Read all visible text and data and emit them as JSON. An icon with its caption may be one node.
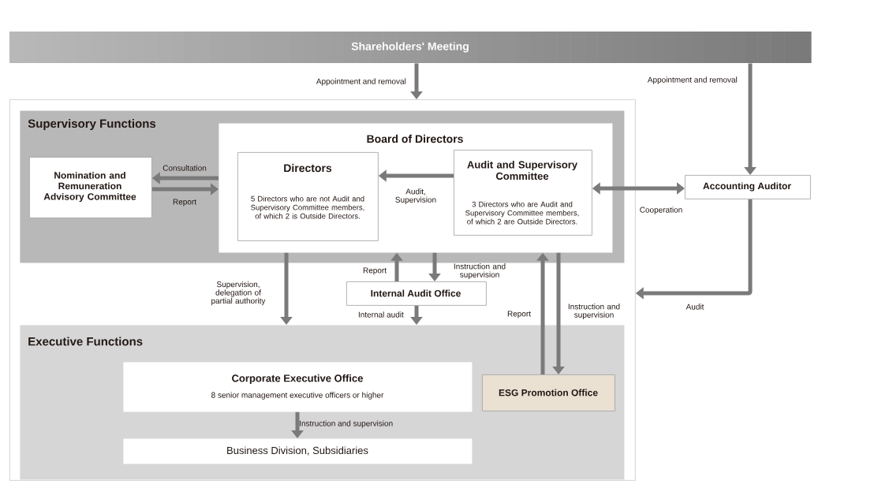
{
  "diagram": {
    "nodes": [
      {
        "text": [
          "Shareholders' Meeting"
        ]
      },
      {
        "text": [],
        "shape": "box"
      },
      {
        "text": [
          "Supervisory Functions"
        ],
        "in": 1
      },
      {
        "text": [
          "Board of Directors"
        ],
        "in": 2
      },
      {
        "text": [
          "Directors",
          "5 Directors who are not Audit and Supervisory Committee members, of which 2 is Outside Directors."
        ],
        "in": 3
      },
      {
        "text": [
          "Audit and Supervisory Committee",
          "3 Directors who are Audit and Supervisory Committee members, of which 2 are Outside Directors."
        ],
        "in": 3
      },
      {
        "text": [
          "Nomination and Remuneration Advisory Committee"
        ],
        "in": 2
      },
      {
        "text": [
          "Accounting Auditor"
        ]
      },
      {
        "text": [
          "Internal Audit Office"
        ],
        "in": 1
      },
      {
        "text": [
          "Executive Functions"
        ],
        "in": 1
      },
      {
        "text": [
          "Corporate Executive Office",
          "8 senior management executive officers or higher"
        ],
        "in": 9
      },
      {
        "text": [
          "Business Division, Subsidiaries"
        ],
        "in": 9
      },
      {
        "text": [
          "ESG Promotion Office"
        ],
        "in": 9
      }
    ],
    "edges": [
      {
        "from": 0,
        "to": 1,
        "arrow": "to",
        "label": "Appointment and removal"
      },
      {
        "from": 0,
        "to": 7,
        "arrow": "to",
        "label": "Appointment and removal"
      },
      {
        "from": 3,
        "to": 6,
        "arrow": "to",
        "label": "Consultation"
      },
      {
        "from": 6,
        "to": 3,
        "arrow": "to",
        "label": "Report"
      },
      {
        "from": 5,
        "to": 4,
        "arrow": "to",
        "label": "Audit, Supervision"
      },
      {
        "from": 5,
        "to": 7,
        "arrow": "both",
        "label": "Cooperation"
      },
      {
        "from": 3,
        "to": 9,
        "arrow": "to",
        "label": "Supervision, delegation of partial authority"
      },
      {
        "from": 8,
        "to": 3,
        "arrow": "to",
        "label": "Report"
      },
      {
        "from": 3,
        "to": 8,
        "arrow": "to",
        "label": "Instruction and supervision"
      },
      {
        "from": 8,
        "to": 9,
        "arrow": "to",
        "label": "Internal audit"
      },
      {
        "from": 12,
        "to": 3,
        "arrow": "to",
        "label": "Report"
      },
      {
        "from": 3,
        "to": 12,
        "arrow": "to",
        "label": "Instruction and supervision"
      },
      {
        "from": 7,
        "to": 1,
        "arrow": "to",
        "label": "Audit"
      },
      {
        "from": 10,
        "to": 11,
        "arrow": "to",
        "label": "Instruction and supervision"
      }
    ]
  }
}
